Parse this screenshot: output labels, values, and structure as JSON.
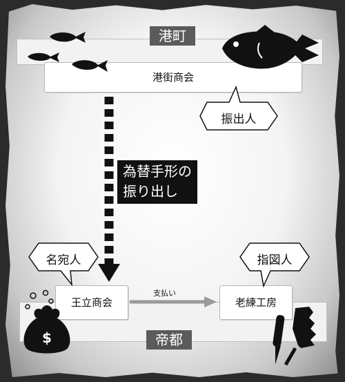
{
  "regions": {
    "top": "港町",
    "bottom": "帝都"
  },
  "nodes": {
    "drawer_company": "港街商会",
    "payer_company": "王立商会",
    "payee_company": "老練工房"
  },
  "roles": {
    "drawer": "振出人",
    "payer": "名宛人",
    "payee": "指図人"
  },
  "edges": {
    "draw_bill": [
      "為替手形の",
      "振り出し"
    ],
    "payment": "支払い"
  },
  "icons": {
    "money_bag_symbol": "$"
  }
}
